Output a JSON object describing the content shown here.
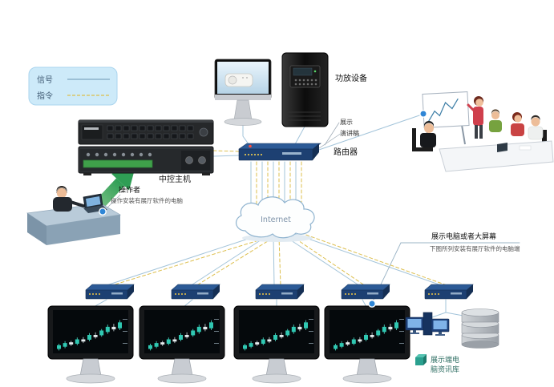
{
  "legend": {
    "items": [
      {
        "label": "信号",
        "style": "solid"
      },
      {
        "label": "指令",
        "style": "dashed"
      }
    ]
  },
  "nodes": {
    "amplifier_label": "功放设备",
    "display_label": "展示",
    "speech_label": "演讲稿",
    "router_label": "路由器",
    "central_host_label": "中控主机",
    "operator_label": "操作者",
    "operator_note": "操作安装有展厅软件的电脑",
    "internet_label": "Internet",
    "display_end_title": "展示电脑或者大屏幕",
    "display_end_note": "下图所列安装有展厅软件的电脑端",
    "datastore_line1": "展示端电",
    "datastore_line2": "脑资讯库"
  },
  "colors": {
    "signal_line": "#a3c4da",
    "command_line": "#ddbf4e",
    "device_navy": "#1d4072",
    "candle_up": "#2fc8b2",
    "candle_down": "#e6ecee",
    "legend_bg": "#cdeaf9",
    "arrow_green": "#2f9e55",
    "node_dot": "#2f86d6"
  },
  "decor": {
    "candlesticks": [
      {
        "l": 8,
        "o": 12,
        "c": 22,
        "h": 26,
        "up": true
      },
      {
        "l": 14,
        "o": 18,
        "c": 28,
        "h": 33,
        "up": true
      },
      {
        "l": 20,
        "o": 30,
        "c": 24,
        "h": 34,
        "up": false
      },
      {
        "l": 22,
        "o": 26,
        "c": 38,
        "h": 43,
        "up": true
      },
      {
        "l": 28,
        "o": 38,
        "c": 32,
        "h": 44,
        "up": false
      },
      {
        "l": 33,
        "o": 37,
        "c": 50,
        "h": 55,
        "up": true
      },
      {
        "l": 40,
        "o": 50,
        "c": 44,
        "h": 57,
        "up": false
      },
      {
        "l": 45,
        "o": 49,
        "c": 62,
        "h": 66,
        "up": true
      },
      {
        "l": 53,
        "o": 58,
        "c": 72,
        "h": 78,
        "up": true
      },
      {
        "l": 60,
        "o": 72,
        "c": 65,
        "h": 80,
        "up": false
      },
      {
        "l": 63,
        "o": 68,
        "c": 84,
        "h": 90,
        "up": true
      }
    ]
  }
}
